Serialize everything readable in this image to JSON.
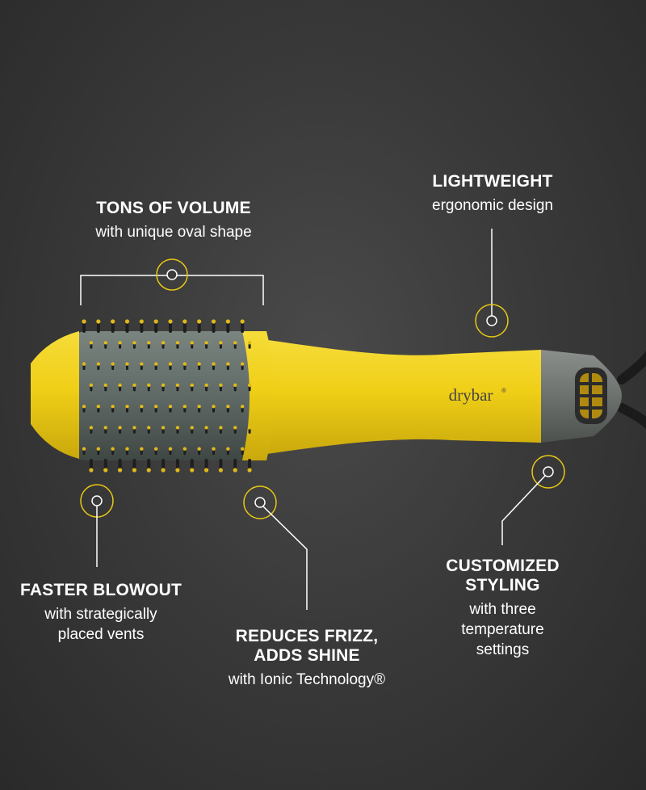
{
  "product": {
    "brand_logo": "drybar",
    "colors": {
      "body_yellow": "#f2d21a",
      "grip_grey": "#66706b",
      "accent_ring": "#e8c814",
      "background": "#333333"
    }
  },
  "callouts": {
    "volume": {
      "heading": "TONS OF VOLUME",
      "sub": "with unique oval shape"
    },
    "lightweight": {
      "heading": "LIGHTWEIGHT",
      "sub": "ergonomic design"
    },
    "blowout": {
      "heading": "FASTER BLOWOUT",
      "sub_1": "with strategically",
      "sub_2": "placed vents"
    },
    "frizz": {
      "heading_1": "REDUCES FRIZZ,",
      "heading_2": "ADDS SHINE",
      "sub": "with Ionic Technology®"
    },
    "styling": {
      "heading_1": "CUSTOMIZED",
      "heading_2": "STYLING",
      "sub_1": "with three",
      "sub_2": "temperature",
      "sub_3": "settings"
    }
  }
}
